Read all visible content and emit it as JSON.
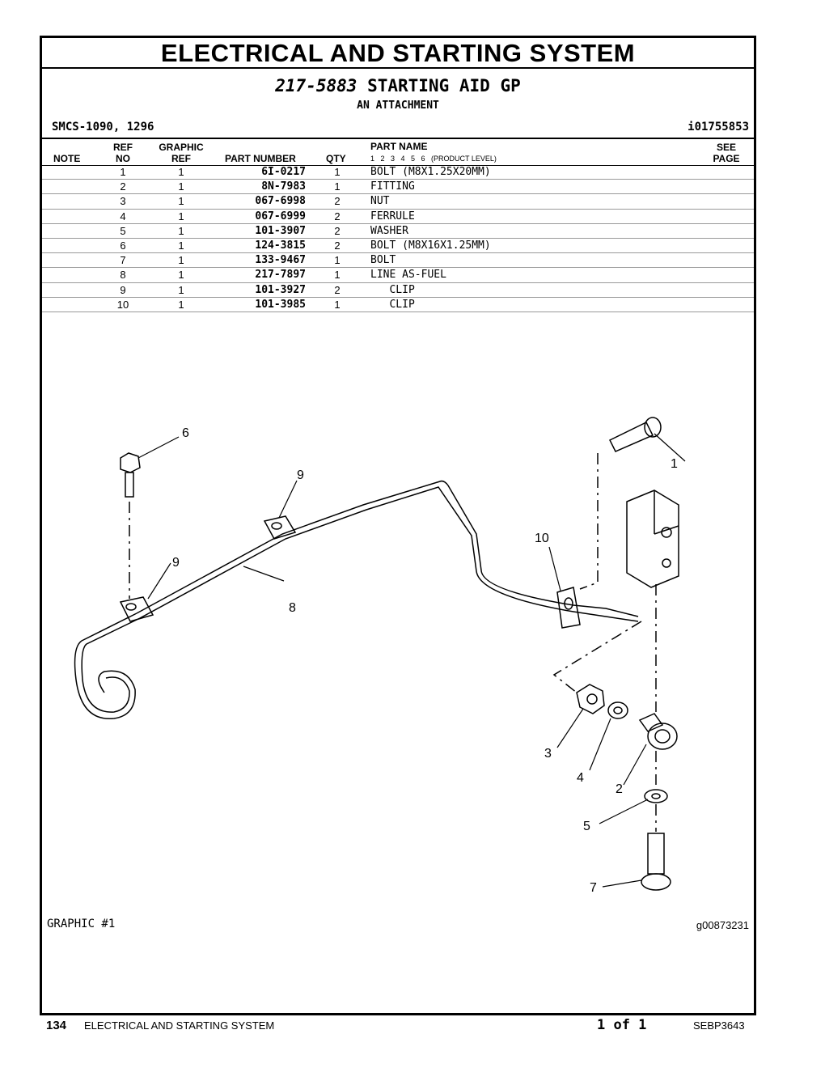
{
  "header": {
    "title": "ELECTRICAL AND STARTING SYSTEM",
    "group_number": "217-5883",
    "group_name": "STARTING AID GP",
    "subtitle": "AN ATTACHMENT",
    "smcs": "SMCS-1090, 1296",
    "ident": "i01755853"
  },
  "table": {
    "col_note": "NOTE",
    "col_ref_top": "REF",
    "col_ref_bottom": "NO",
    "col_graphic_top": "GRAPHIC",
    "col_graphic_bottom": "REF",
    "col_part_number": "PART NUMBER",
    "col_qty": "QTY",
    "col_part_name": "PART NAME",
    "col_levels": "1   2   3   4   5   6   (PRODUCT LEVEL)",
    "col_see_top": "SEE",
    "col_see_bottom": "PAGE",
    "rows": [
      {
        "ref": "1",
        "graphic": "1",
        "part_number": "6I-0217",
        "qty": "1",
        "name": "BOLT (M8X1.25X20MM)"
      },
      {
        "ref": "2",
        "graphic": "1",
        "part_number": "8N-7983",
        "qty": "1",
        "name": "FITTING"
      },
      {
        "ref": "3",
        "graphic": "1",
        "part_number": "067-6998",
        "qty": "2",
        "name": "NUT"
      },
      {
        "ref": "4",
        "graphic": "1",
        "part_number": "067-6999",
        "qty": "2",
        "name": "FERRULE"
      },
      {
        "ref": "5",
        "graphic": "1",
        "part_number": "101-3907",
        "qty": "2",
        "name": "WASHER"
      },
      {
        "ref": "6",
        "graphic": "1",
        "part_number": "124-3815",
        "qty": "2",
        "name": "BOLT (M8X16X1.25MM)"
      },
      {
        "ref": "7",
        "graphic": "1",
        "part_number": "133-9467",
        "qty": "1",
        "name": "BOLT"
      },
      {
        "ref": "8",
        "graphic": "1",
        "part_number": "217-7897",
        "qty": "1",
        "name": "LINE AS-FUEL"
      },
      {
        "ref": "9",
        "graphic": "1",
        "part_number": "101-3927",
        "qty": "2",
        "name": "   CLIP"
      },
      {
        "ref": "10",
        "graphic": "1",
        "part_number": "101-3985",
        "qty": "1",
        "name": "   CLIP"
      }
    ]
  },
  "graphic": {
    "label": "GRAPHIC #1",
    "id": "g00873231",
    "callouts": [
      "1",
      "2",
      "3",
      "4",
      "5",
      "6",
      "7",
      "8",
      "9",
      "9",
      "10"
    ]
  },
  "footer": {
    "page": "134",
    "section": "ELECTRICAL AND STARTING SYSTEM",
    "of": "1 of 1",
    "doc": "SEBP3643"
  }
}
